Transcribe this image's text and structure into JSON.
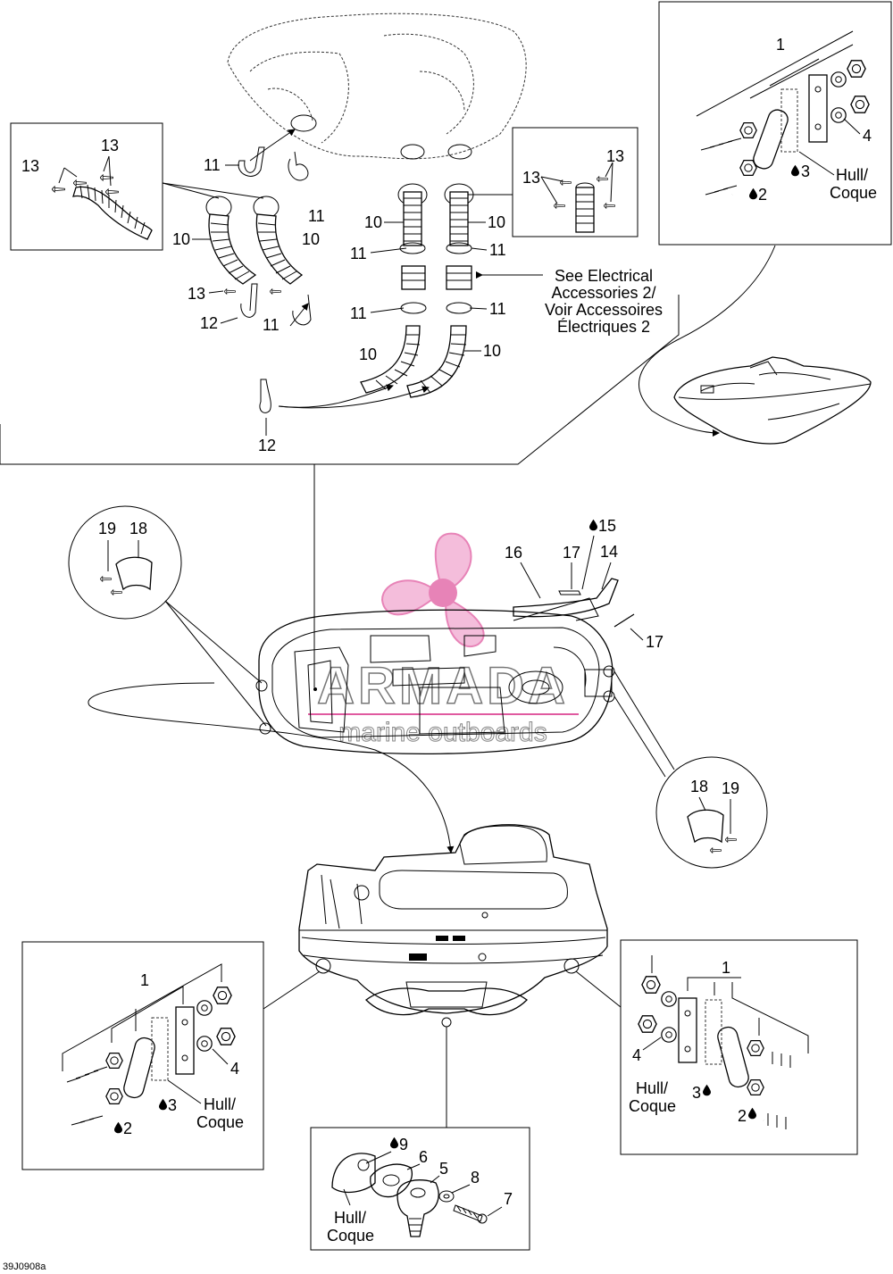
{
  "diagram_code": "39J0908a",
  "callouts": {
    "c1a": "1",
    "c4a": "4",
    "c3a": "3",
    "c2a": "2",
    "hull_a1": "Hull/",
    "hull_a2": "Coque",
    "c13a": "13",
    "c13b": "13",
    "c11a": "11",
    "c11b": "11",
    "c10a": "10",
    "c10b": "10",
    "c13c": "13",
    "c12a": "12",
    "c11c": "11",
    "c13d": "13",
    "c13e": "13",
    "c10c": "10",
    "c10d": "10",
    "c11d": "11",
    "c11e": "11",
    "c11f": "11",
    "c11g": "11",
    "c10e": "10",
    "c10f": "10",
    "c12b": "12",
    "see1": "See Electrical",
    "see2": "Accessories 2/",
    "see3": "Voir Accessoires",
    "see4": "Électriques 2",
    "c19a": "19",
    "c18a": "18",
    "c15": "15",
    "c16": "16",
    "c17a": "17",
    "c14": "14",
    "c17b": "17",
    "c18b": "18",
    "c19b": "19",
    "c1b": "1",
    "c4b": "4",
    "c3b": "3",
    "c2b": "2",
    "hull_b1": "Hull/",
    "hull_b2": "Coque",
    "c1c": "1",
    "c4c": "4",
    "c3c": "3",
    "c2c": "2",
    "hull_c1": "Hull/",
    "hull_c2": "Coque",
    "c9": "9",
    "c6": "6",
    "c5": "5",
    "c8": "8",
    "c7": "7",
    "hull_d1": "Hull/",
    "hull_d2": "Coque"
  },
  "watermark": {
    "brand": "ARMADA",
    "tagline": "marine outboards",
    "color": "#e05aa0"
  }
}
